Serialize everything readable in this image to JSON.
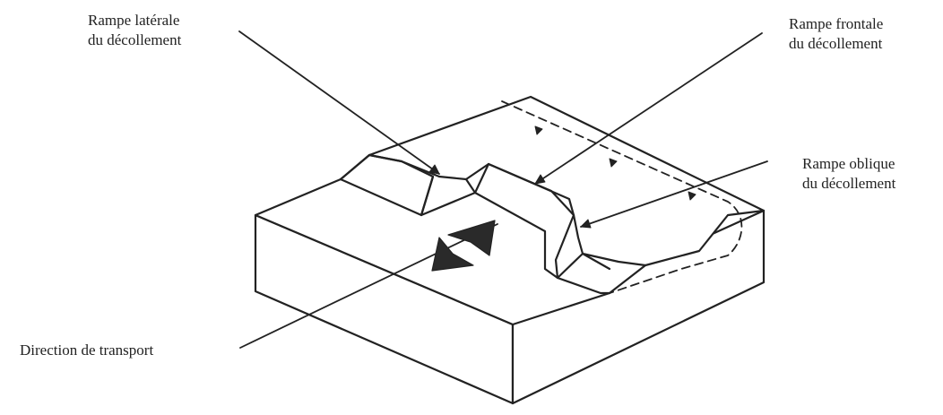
{
  "labels": {
    "lateral": {
      "line1": "Rampe latérale",
      "line2": "du décollement"
    },
    "frontal": {
      "line1": "Rampe frontale",
      "line2": "du décollement"
    },
    "oblique": {
      "line1": "Rampe oblique",
      "line2": "du décollement"
    },
    "transport": {
      "line1": "Direction de transport"
    }
  },
  "colors": {
    "ink": "#222222",
    "fill": "#ffffff",
    "arrow": "#2a2a2a"
  }
}
